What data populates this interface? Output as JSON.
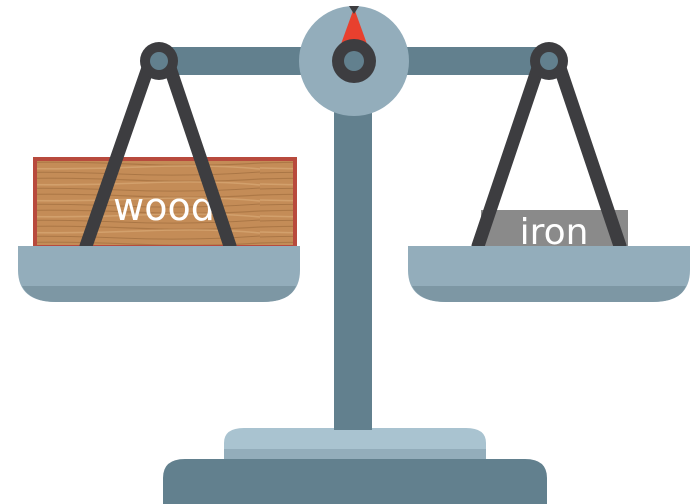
{
  "left_pan": {
    "object_label": "wood"
  },
  "right_pan": {
    "object_label": "iron"
  },
  "balance_state": "level",
  "colors": {
    "scale_dark": "#62808e",
    "scale_light": "#93adbb",
    "pan_fill": "#93adbb",
    "pan_shadow": "#7d97a4",
    "base_top": "#a9c3d0",
    "strings": "#3d3d40",
    "pointer": "#e8402e",
    "wood_border": "#b84a3d",
    "wood_fill": "#c18a55",
    "iron_fill": "#8a8a8a",
    "label_text": "#ffffff"
  },
  "icons": {
    "pointer": "pointer-triangle",
    "pivot": "pivot-knob"
  }
}
